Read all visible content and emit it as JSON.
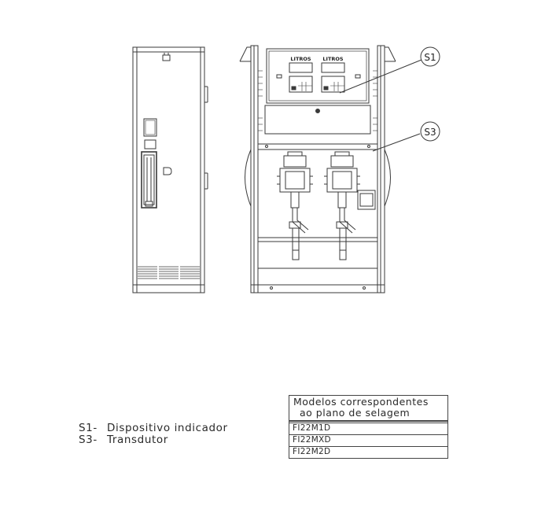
{
  "display_labels": [
    "LITROS",
    "LITROS"
  ],
  "callouts": [
    {
      "tag": "S1"
    },
    {
      "tag": "S3"
    }
  ],
  "legend": [
    {
      "code": "S1-",
      "text": "Dispositivo indicador"
    },
    {
      "code": "S3-",
      "text": "Transdutor"
    }
  ],
  "models_table": {
    "header_line1": "Modelos correspondentes",
    "header_line2": "ao plano de selagem",
    "rows": [
      "FI22M1D",
      "FI22MXD",
      "FI22M2D"
    ]
  }
}
